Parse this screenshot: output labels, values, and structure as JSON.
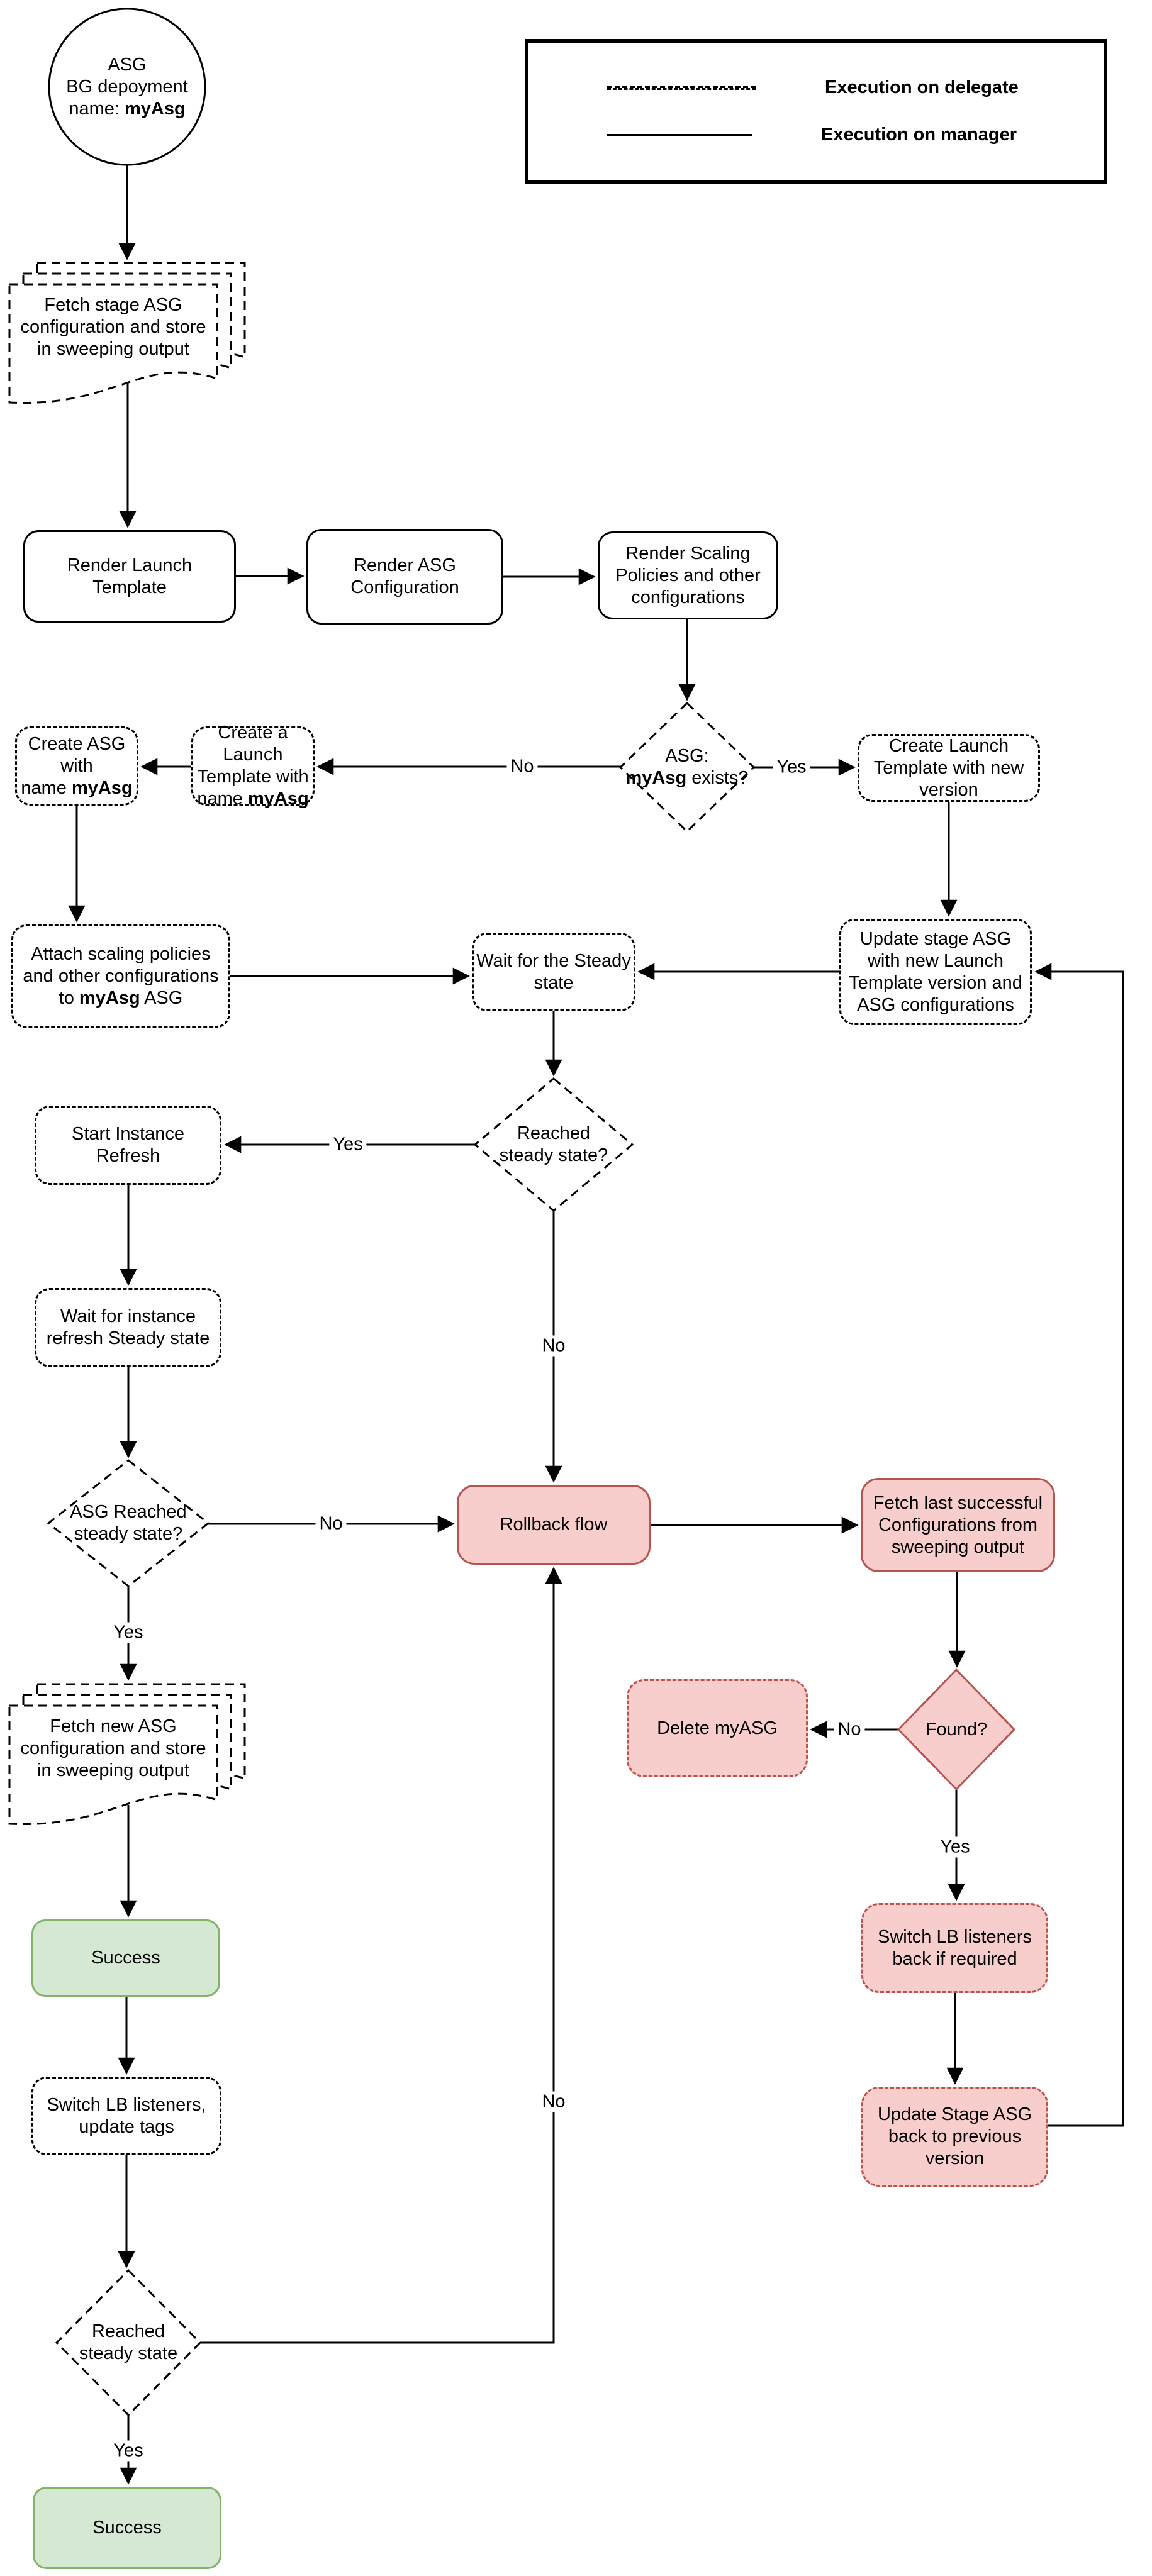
{
  "colors": {
    "pink_fill": "#f8cecc",
    "pink_border": "#b85450",
    "green_fill": "#d5e8d4",
    "green_border": "#82b366",
    "stroke": "#000000",
    "background": "#ffffff"
  },
  "legend": {
    "items": [
      {
        "line_style": "dashed",
        "label": "Execution on delegate"
      },
      {
        "line_style": "solid",
        "label": "Execution on manager"
      }
    ]
  },
  "nodes": {
    "start_circle": {
      "shape": "circle",
      "lines": [
        {
          "t": "ASG"
        },
        {
          "t": "BG depoyment"
        },
        {
          "pre": "name: ",
          "b": "myAsg"
        }
      ]
    },
    "fetch_stage_doc": {
      "shape": "multi-document",
      "lines": [
        {
          "t": "Fetch stage ASG"
        },
        {
          "t": "configuration and store"
        },
        {
          "t": "in sweeping output"
        }
      ]
    },
    "render_launch_template": {
      "shape": "rounded-box",
      "lines": [
        {
          "t": "Render Launch"
        },
        {
          "t": "Template"
        }
      ]
    },
    "render_asg_configuration": {
      "shape": "rounded-box",
      "lines": [
        {
          "t": "Render ASG"
        },
        {
          "t": "Configuration"
        }
      ]
    },
    "render_scaling_policies": {
      "shape": "rounded-box",
      "lines": [
        {
          "t": "Render Scaling"
        },
        {
          "t": "Policies and other"
        },
        {
          "t": "configurations"
        }
      ]
    },
    "asg_exists_decision": {
      "shape": "diamond",
      "lines": [
        {
          "t": "ASG:"
        },
        {
          "b": "myAsg",
          "post": " exists?"
        }
      ]
    },
    "create_launch_template_new_version": {
      "shape": "rounded-box",
      "lines": [
        {
          "t": "Create Launch"
        },
        {
          "t": "Template with new"
        },
        {
          "t": "version"
        }
      ]
    },
    "create_a_launch_template": {
      "shape": "rounded-box",
      "lines": [
        {
          "t": "Create a Launch"
        },
        {
          "t": "Template with"
        },
        {
          "pre": "name ",
          "b": "myAsg"
        }
      ]
    },
    "create_asg": {
      "shape": "rounded-box",
      "lines": [
        {
          "t": "Create ASG with"
        },
        {
          "pre": "name ",
          "b": "myAsg"
        }
      ]
    },
    "attach_scaling_policies": {
      "shape": "rounded-box",
      "lines": [
        {
          "t": "Attach scaling policies"
        },
        {
          "t": "and other configurations"
        },
        {
          "pre": "to ",
          "b": "myAsg",
          "post": " ASG"
        }
      ]
    },
    "wait_for_steady_state": {
      "shape": "rounded-box",
      "lines": [
        {
          "t": "Wait for the Steady"
        },
        {
          "t": "state"
        }
      ]
    },
    "update_stage_asg": {
      "shape": "rounded-box",
      "lines": [
        {
          "t": "Update stage ASG"
        },
        {
          "t": "with new Launch"
        },
        {
          "t": "Template version and"
        },
        {
          "t": "ASG configurations"
        }
      ]
    },
    "reached_steady_state_decision": {
      "shape": "diamond",
      "lines": [
        {
          "t": "Reached"
        },
        {
          "t": "steady state?"
        }
      ]
    },
    "start_instance_refresh": {
      "shape": "rounded-box",
      "lines": [
        {
          "t": "Start Instance"
        },
        {
          "t": "Refresh"
        }
      ]
    },
    "wait_instance_refresh": {
      "shape": "rounded-box",
      "lines": [
        {
          "t": "Wait for instance"
        },
        {
          "t": "refresh Steady state"
        }
      ]
    },
    "asg_reached_steady_decision": {
      "shape": "diamond",
      "lines": [
        {
          "t": "ASG Reached"
        },
        {
          "t": "steady state?"
        }
      ]
    },
    "rollback_flow": {
      "shape": "rounded-box",
      "lines": [
        {
          "t": "Rollback flow"
        }
      ]
    },
    "fetch_last_successful": {
      "shape": "rounded-box",
      "lines": [
        {
          "t": "Fetch last successful"
        },
        {
          "t": "Configurations from"
        },
        {
          "t": "sweeping output"
        }
      ]
    },
    "found_decision": {
      "shape": "diamond",
      "lines": [
        {
          "t": "Found?"
        }
      ]
    },
    "delete_myasg": {
      "shape": "rounded-box",
      "lines": [
        {
          "t": "Delete myASG"
        }
      ]
    },
    "fetch_new_doc": {
      "shape": "multi-document",
      "lines": [
        {
          "t": "Fetch new ASG"
        },
        {
          "t": "configuration and store"
        },
        {
          "t": "in sweeping output"
        }
      ]
    },
    "success_mid": {
      "shape": "rounded-box",
      "lines": [
        {
          "t": "Success"
        }
      ]
    },
    "switch_lb_update_tags": {
      "shape": "rounded-box",
      "lines": [
        {
          "t": "Switch LB listeners,"
        },
        {
          "t": "update tags"
        }
      ]
    },
    "reached_steady_final_decision": {
      "shape": "diamond",
      "lines": [
        {
          "t": "Reached"
        },
        {
          "t": "steady state"
        }
      ]
    },
    "success_final": {
      "shape": "rounded-box",
      "lines": [
        {
          "t": "Success"
        }
      ]
    },
    "switch_lb_back": {
      "shape": "rounded-box",
      "lines": [
        {
          "t": "Switch LB listeners"
        },
        {
          "t": "back if required"
        }
      ]
    },
    "update_stage_asg_back": {
      "shape": "rounded-box",
      "lines": [
        {
          "t": "Update Stage ASG"
        },
        {
          "t": "back to previous"
        },
        {
          "t": "version"
        }
      ]
    }
  },
  "edges": [
    {
      "from": "start_circle",
      "to": "fetch_stage_doc"
    },
    {
      "from": "fetch_stage_doc",
      "to": "render_launch_template"
    },
    {
      "from": "render_launch_template",
      "to": "render_asg_configuration"
    },
    {
      "from": "render_asg_configuration",
      "to": "render_scaling_policies"
    },
    {
      "from": "render_scaling_policies",
      "to": "asg_exists_decision"
    },
    {
      "from": "asg_exists_decision",
      "to": "create_a_launch_template",
      "label": "No"
    },
    {
      "from": "create_a_launch_template",
      "to": "create_asg"
    },
    {
      "from": "asg_exists_decision",
      "to": "create_launch_template_new_version",
      "label": "Yes"
    },
    {
      "from": "create_launch_template_new_version",
      "to": "update_stage_asg"
    },
    {
      "from": "create_asg",
      "to": "attach_scaling_policies"
    },
    {
      "from": "attach_scaling_policies",
      "to": "wait_for_steady_state"
    },
    {
      "from": "update_stage_asg",
      "to": "wait_for_steady_state"
    },
    {
      "from": "update_stage_asg_back",
      "to": "update_stage_asg"
    },
    {
      "from": "wait_for_steady_state",
      "to": "reached_steady_state_decision"
    },
    {
      "from": "reached_steady_state_decision",
      "to": "start_instance_refresh",
      "label": "Yes"
    },
    {
      "from": "reached_steady_state_decision",
      "to": "rollback_flow",
      "label": "No"
    },
    {
      "from": "start_instance_refresh",
      "to": "wait_instance_refresh"
    },
    {
      "from": "wait_instance_refresh",
      "to": "asg_reached_steady_decision"
    },
    {
      "from": "asg_reached_steady_decision",
      "to": "rollback_flow",
      "label": "No"
    },
    {
      "from": "rollback_flow",
      "to": "fetch_last_successful"
    },
    {
      "from": "asg_reached_steady_decision",
      "to": "fetch_new_doc",
      "label": "Yes"
    },
    {
      "from": "fetch_last_successful",
      "to": "found_decision"
    },
    {
      "from": "found_decision",
      "to": "delete_myasg",
      "label": "No"
    },
    {
      "from": "found_decision",
      "to": "switch_lb_back",
      "label": "Yes"
    },
    {
      "from": "switch_lb_back",
      "to": "update_stage_asg_back"
    },
    {
      "from": "fetch_new_doc",
      "to": "success_mid"
    },
    {
      "from": "success_mid",
      "to": "switch_lb_update_tags"
    },
    {
      "from": "switch_lb_update_tags",
      "to": "reached_steady_final_decision"
    },
    {
      "from": "reached_steady_final_decision",
      "to": "rollback_flow",
      "label": "No"
    },
    {
      "from": "reached_steady_final_decision",
      "to": "success_final",
      "label": "Yes"
    }
  ]
}
